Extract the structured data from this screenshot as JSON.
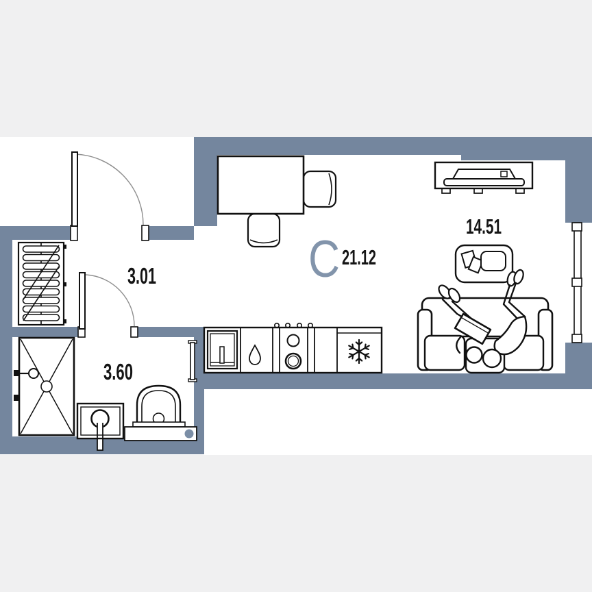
{
  "meta": {
    "type": "apartment-floor-plan",
    "view": "top-down studio plan"
  },
  "colors": {
    "wall": "#74869e",
    "band": "#f0f0f1",
    "plan_bg": "#ffffff",
    "area_letter": "#8294ab",
    "door_arc": "#8f8f8f",
    "outline": "#111111",
    "sink_dot": "#7b8ea6"
  },
  "labels": {
    "studio_letter": "С",
    "studio_area": "21.12",
    "hallway_area": "3.01",
    "bathroom_area": "3.60",
    "living_area": "14.51"
  },
  "furniture_icons": [
    "entrance-door-icon",
    "interior-door-icon",
    "wardrobe-icon",
    "shower-icon",
    "washing-machine-icon",
    "toilet-icon",
    "vanity-sink-icon",
    "towel-radiator-icon",
    "kitchen-sink-icon",
    "tap-drop-icon",
    "hob-burners-icon",
    "fridge-snowflake-icon",
    "desk-icon",
    "chair-icon",
    "tv-stand-icon",
    "coffee-table-icon",
    "sofa-icon",
    "people-on-sofa-icon",
    "window-icon"
  ]
}
